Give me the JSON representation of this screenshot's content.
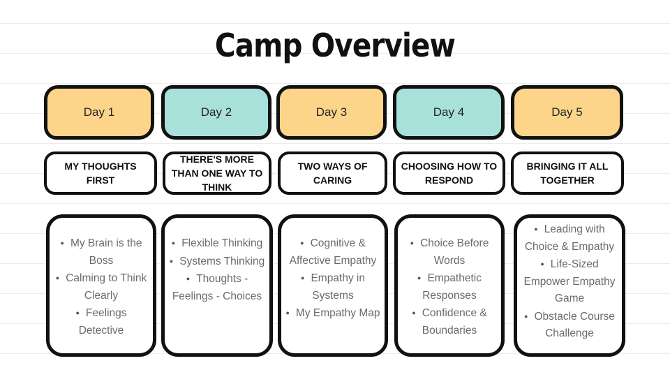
{
  "title": "Camp Overview",
  "colors": {
    "orange": "#fdd58a",
    "teal": "#a8e1da",
    "ink": "#111111"
  },
  "days": [
    {
      "label": "Day 1",
      "color": "#fdd58a",
      "theme": "MY THOUGHTS FIRST",
      "activities": [
        "My Brain is the Boss",
        "Calming to Think Clearly",
        "Feelings Detective"
      ]
    },
    {
      "label": "Day 2",
      "color": "#a8e1da",
      "theme": "THERE'S MORE THAN ONE WAY TO THINK",
      "activities": [
        "Flexible Thinking",
        "Systems Thinking",
        "Thoughts - Feelings - Choices"
      ]
    },
    {
      "label": "Day 3",
      "color": "#fdd58a",
      "theme": "TWO WAYS OF CARING",
      "activities": [
        "Cognitive & Affective Empathy",
        "Empathy in Systems",
        "My Empathy Map"
      ]
    },
    {
      "label": "Day 4",
      "color": "#a8e1da",
      "theme": "CHOOSING HOW TO RESPOND",
      "activities": [
        "Choice Before Words",
        "Empathetic Responses",
        "Confidence & Boundaries"
      ]
    },
    {
      "label": "Day 5",
      "color": "#fdd58a",
      "theme": "BRINGING IT ALL TOGETHER",
      "activities": [
        "Leading with Choice & Empathy",
        "Life-Sized Empower Empathy Game",
        "Obstacle Course Challenge"
      ]
    }
  ]
}
